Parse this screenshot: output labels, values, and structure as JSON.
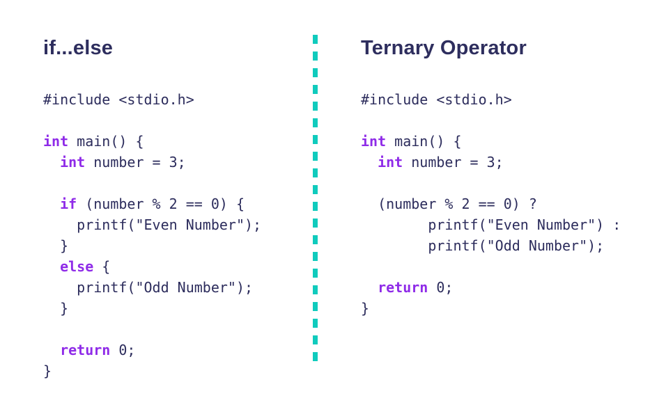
{
  "colors": {
    "background": "#ffffff",
    "heading": "#2e2e5e",
    "code_text": "#2c2c5c",
    "keyword": "#8f2be8",
    "divider": "#10cbbd"
  },
  "divider": {
    "orientation": "vertical",
    "style": "dashed",
    "color": "#10cbbd"
  },
  "left_panel": {
    "title": "if...else",
    "code": {
      "language": "c",
      "lines": [
        [
          {
            "text": "#include <stdio.h>",
            "type": "plain"
          }
        ],
        [],
        [
          {
            "text": "int",
            "type": "keyword"
          },
          {
            "text": " main() {",
            "type": "plain"
          }
        ],
        [
          {
            "text": "  ",
            "type": "plain"
          },
          {
            "text": "int",
            "type": "keyword"
          },
          {
            "text": " number = 3;",
            "type": "plain"
          }
        ],
        [],
        [
          {
            "text": "  ",
            "type": "plain"
          },
          {
            "text": "if",
            "type": "keyword"
          },
          {
            "text": " (number % 2 == 0) {",
            "type": "plain"
          }
        ],
        [
          {
            "text": "    printf(\"Even Number\");",
            "type": "plain"
          }
        ],
        [
          {
            "text": "  }",
            "type": "plain"
          }
        ],
        [
          {
            "text": "  ",
            "type": "plain"
          },
          {
            "text": "else",
            "type": "keyword"
          },
          {
            "text": " {",
            "type": "plain"
          }
        ],
        [
          {
            "text": "    printf(\"Odd Number\");",
            "type": "plain"
          }
        ],
        [
          {
            "text": "  }",
            "type": "plain"
          }
        ],
        [],
        [
          {
            "text": "  ",
            "type": "plain"
          },
          {
            "text": "return",
            "type": "keyword"
          },
          {
            "text": " 0;",
            "type": "plain"
          }
        ],
        [
          {
            "text": "}",
            "type": "plain"
          }
        ]
      ]
    }
  },
  "right_panel": {
    "title": "Ternary Operator",
    "code": {
      "language": "c",
      "lines": [
        [
          {
            "text": "#include <stdio.h>",
            "type": "plain"
          }
        ],
        [],
        [
          {
            "text": "int",
            "type": "keyword"
          },
          {
            "text": " main() {",
            "type": "plain"
          }
        ],
        [
          {
            "text": "  ",
            "type": "plain"
          },
          {
            "text": "int",
            "type": "keyword"
          },
          {
            "text": " number = 3;",
            "type": "plain"
          }
        ],
        [],
        [
          {
            "text": "  (number % 2 == 0) ?",
            "type": "plain"
          }
        ],
        [
          {
            "text": "        printf(\"Even Number\") :",
            "type": "plain"
          }
        ],
        [
          {
            "text": "        printf(\"Odd Number\");",
            "type": "plain"
          }
        ],
        [],
        [
          {
            "text": "  ",
            "type": "plain"
          },
          {
            "text": "return",
            "type": "keyword"
          },
          {
            "text": " 0;",
            "type": "plain"
          }
        ],
        [
          {
            "text": "}",
            "type": "plain"
          }
        ]
      ]
    }
  }
}
